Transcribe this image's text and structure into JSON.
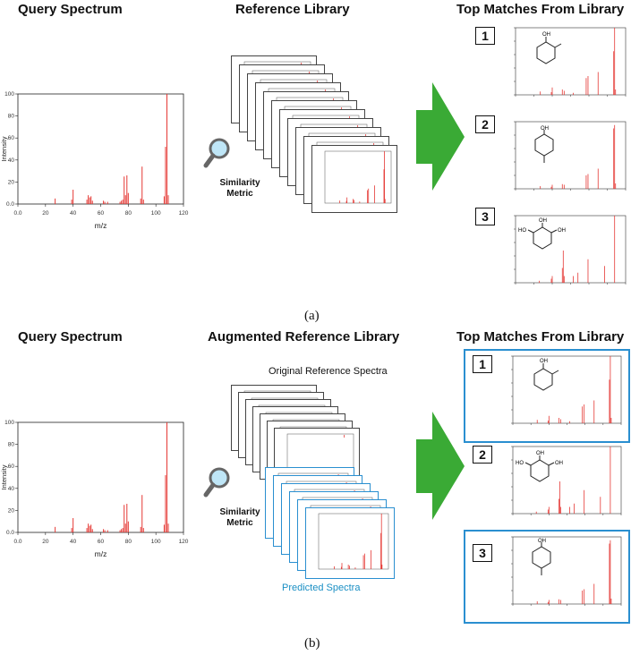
{
  "panel_a": {
    "query_title": "Query Spectrum",
    "library_title": "Reference Library",
    "matches_title": "Top Matches From Library",
    "similarity_label": [
      "Similarity",
      "Metric"
    ],
    "caption": "(a)",
    "ranks": [
      "1",
      "2",
      "3"
    ]
  },
  "panel_b": {
    "query_title": "Query Spectrum",
    "library_title": "Augmented Reference Library",
    "matches_title": "Top Matches From Library",
    "similarity_label": [
      "Similarity",
      "Metric"
    ],
    "original_label": "Original Reference Spectra",
    "predicted_label": "Predicted Spectra",
    "caption": "(b)",
    "ranks": [
      "1",
      "2",
      "3"
    ]
  },
  "colors": {
    "peak": "#e53935",
    "arrow": "#3aaa35",
    "highlight": "#2a8fd0",
    "predicted": "#1a8fc4"
  },
  "molecules": {
    "o_cresol": "OH",
    "p_cresol": "OH",
    "pyrogallol": [
      "HO",
      "OH",
      "OH"
    ]
  },
  "chart_data": [
    {
      "type": "bar",
      "xlabel": "m/z",
      "ylabel": "Intensity",
      "xlim": [
        0,
        120
      ],
      "ylim": [
        0,
        100
      ],
      "xticks": [
        "0.0",
        "20",
        "40",
        "60",
        "80",
        "100",
        "120"
      ],
      "yticks": [
        "0.0",
        "20",
        "40",
        "60",
        "80",
        "100"
      ],
      "x": [
        27,
        39,
        40,
        50,
        51,
        52,
        53,
        54,
        62,
        63,
        65,
        74,
        75,
        76,
        77,
        78,
        79,
        80,
        89,
        90,
        91,
        106,
        107,
        108,
        109
      ],
      "values": [
        5,
        4,
        13,
        4,
        8,
        6,
        7,
        3,
        3,
        2,
        2,
        2,
        3,
        4,
        25,
        8,
        26,
        10,
        5,
        34,
        4,
        7,
        52,
        100,
        8
      ]
    },
    {
      "type": "bar",
      "xlabel": "m/z",
      "ylabel": "Intensity",
      "xlim": [
        0,
        120
      ],
      "ylim": [
        0,
        100
      ],
      "xticks": [
        "0.0",
        "20",
        "40",
        "60",
        "80",
        "100",
        "120"
      ],
      "yticks": [
        "0.0",
        "20",
        "40",
        "60",
        "80",
        "100"
      ],
      "x": [
        27,
        39,
        40,
        50,
        51,
        52,
        53,
        54,
        62,
        63,
        65,
        74,
        75,
        76,
        77,
        78,
        79,
        80,
        89,
        90,
        91,
        106,
        107,
        108,
        109
      ],
      "values": [
        5,
        4,
        13,
        4,
        8,
        6,
        7,
        3,
        3,
        2,
        2,
        2,
        3,
        4,
        25,
        8,
        26,
        10,
        5,
        34,
        4,
        7,
        52,
        100,
        8
      ]
    }
  ]
}
